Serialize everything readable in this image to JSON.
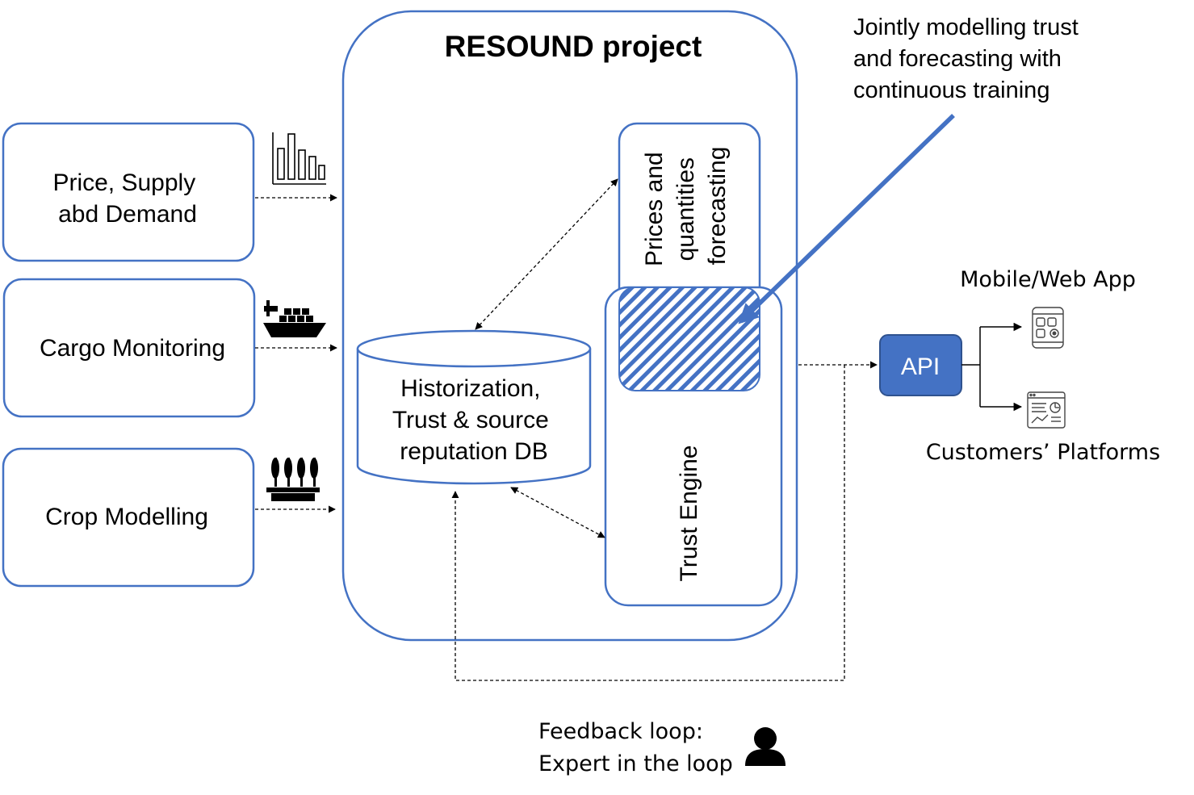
{
  "colors": {
    "box_stroke": "#4472c4",
    "api_fill": "#4472c4",
    "api_stroke": "#2f528f",
    "arrow": "#4472c4",
    "text": "#000000",
    "dashed": "#000000"
  },
  "title": "RESOUND project",
  "annotation": {
    "lines": [
      "Jointly modelling trust",
      "and forecasting with",
      "continuous training"
    ]
  },
  "sources": [
    {
      "lines": [
        "Price, Supply",
        "abd Demand"
      ],
      "icon": "bar-chart-icon"
    },
    {
      "lines": [
        "Cargo Monitoring"
      ],
      "icon": "cargo-ship-icon"
    },
    {
      "lines": [
        "Crop Modelling"
      ],
      "icon": "wheat-field-icon"
    }
  ],
  "database": {
    "lines": [
      "Historization,",
      "Trust & source",
      "reputation DB"
    ]
  },
  "forecasting": {
    "lines": [
      "Prices and",
      "quantities",
      "forecasting"
    ]
  },
  "trust_engine": {
    "label": "Trust Engine"
  },
  "api": {
    "label": "API"
  },
  "outputs": {
    "mobile": {
      "label": "Mobile/Web App",
      "icon": "mobile-app-icon"
    },
    "platforms": {
      "label": "Customers’ Platforms",
      "icon": "dashboard-icon"
    }
  },
  "feedback": {
    "lines": [
      "Feedback loop:",
      "Expert in the loop"
    ],
    "icon": "person-icon"
  }
}
